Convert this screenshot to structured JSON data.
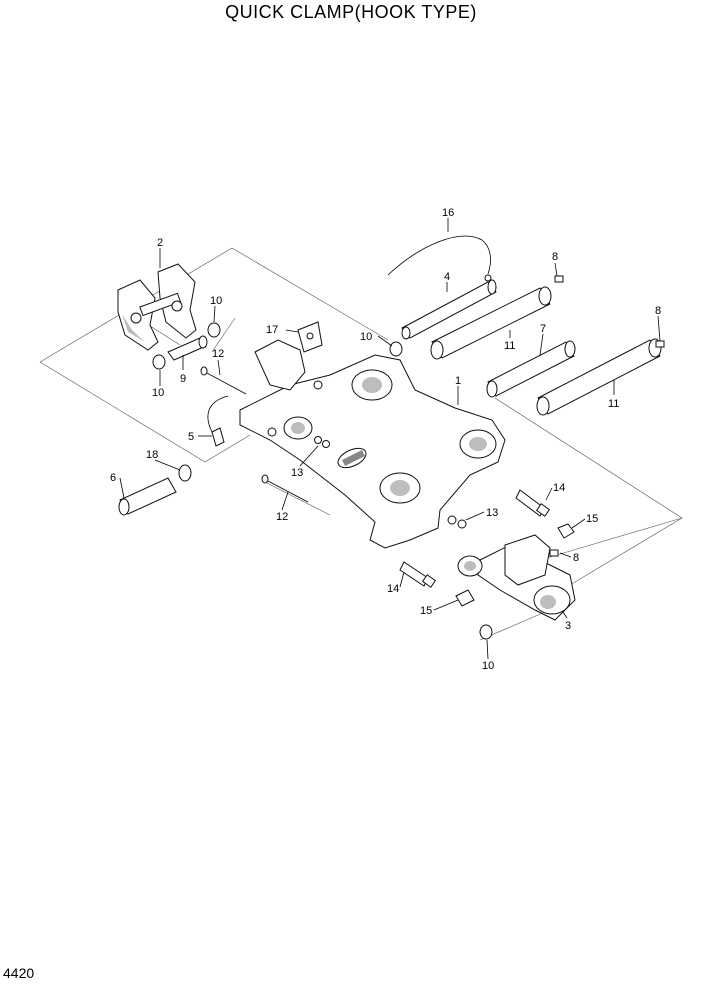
{
  "title": "QUICK CLAMP(HOOK TYPE)",
  "page_number": "4420",
  "callouts": {
    "c1": "1",
    "c2": "2",
    "c3": "3",
    "c4": "4",
    "c5": "5",
    "c6": "6",
    "c7": "7",
    "c8a": "8",
    "c8b": "8",
    "c8c": "8",
    "c9": "9",
    "c10a": "10",
    "c10b": "10",
    "c10c": "10",
    "c10d": "10",
    "c11a": "11",
    "c11b": "11",
    "c12a": "12",
    "c12b": "12",
    "c13a": "13",
    "c13b": "13",
    "c14a": "14",
    "c14b": "14",
    "c15a": "15",
    "c15b": "15",
    "c16": "16",
    "c17": "17",
    "c18": "18"
  }
}
